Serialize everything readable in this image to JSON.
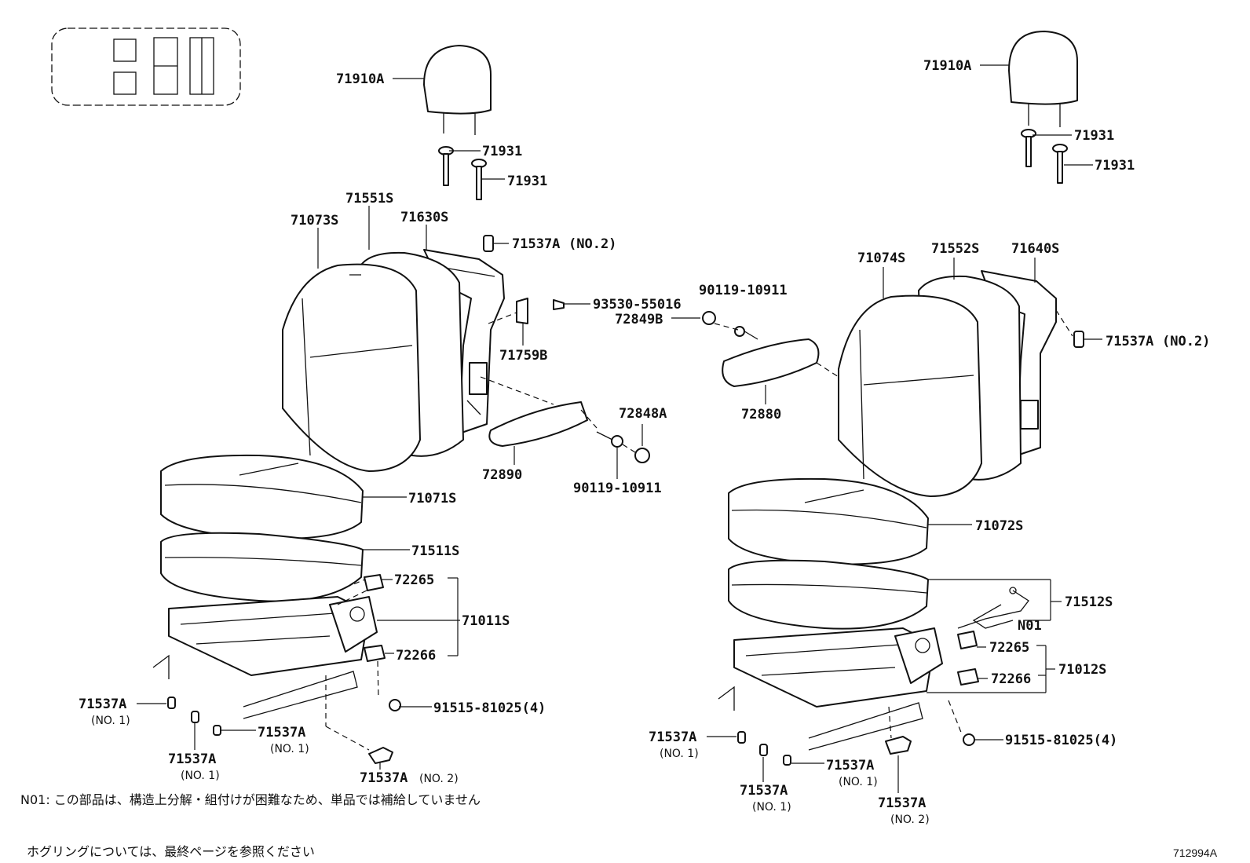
{
  "labels": {
    "l_71910A": "71910A",
    "l_71931_a": "71931",
    "l_71931_b": "71931",
    "l_71551S": "71551S",
    "l_71630S": "71630S",
    "l_71073S": "71073S",
    "l_71537A_no2_a": "71537A",
    "l_93530": "93530-55016",
    "l_71759B": "71759B",
    "l_90119_a": "90119-10911",
    "l_72849B": "72849B",
    "l_72848A": "72848A",
    "l_72890": "72890",
    "l_90119_b": "90119-10911",
    "l_72880": "72880",
    "l_71071S": "71071S",
    "l_71511S": "71511S",
    "l_72265_a": "72265",
    "l_71011S": "71011S",
    "l_72266_a": "72266",
    "l_91515_a": "91515-81025(4)",
    "l_71537A_b": "71537A",
    "l_71537A_c": "71537A",
    "l_71537A_d": "71537A",
    "l_71537A_e": "71537A",
    "l_71910A_r": "71910A",
    "l_71931_r1": "71931",
    "l_71931_r2": "71931",
    "l_71074S": "71074S",
    "l_71552S": "71552S",
    "l_71640S": "71640S",
    "l_71537A_no2_r": "71537A",
    "l_71072S": "71072S",
    "l_71512S": "71512S",
    "l_N01": "N01",
    "l_72265_r": "72265",
    "l_72266_r": "72266",
    "l_71012S": "71012S",
    "l_91515_r": "91515-81025(4)",
    "l_71537A_r1": "71537A",
    "l_71537A_r2": "71537A",
    "l_71537A_r3": "71537A",
    "l_71537A_r4": "71537A"
  },
  "sublabels": {
    "no2_a": "(NO.2)",
    "no2_r": "(NO.2)",
    "no1_b": "(NO. 1)",
    "no1_c": "(NO. 1)",
    "no1_d": "(NO. 1)",
    "no2_e": "(NO. 2)",
    "no1_r1": "(NO. 1)",
    "no1_r2": "(NO. 1)",
    "no1_r3": "(NO. 1)",
    "no2_r4": "(NO. 2)"
  },
  "notes": {
    "n01_note": "N01: この部品は、構造上分解・組付けが困難なため、単品では補給していません",
    "hog_note": "ホグリングについては、最終ページを参照ください",
    "diagram_code": "712994A"
  }
}
